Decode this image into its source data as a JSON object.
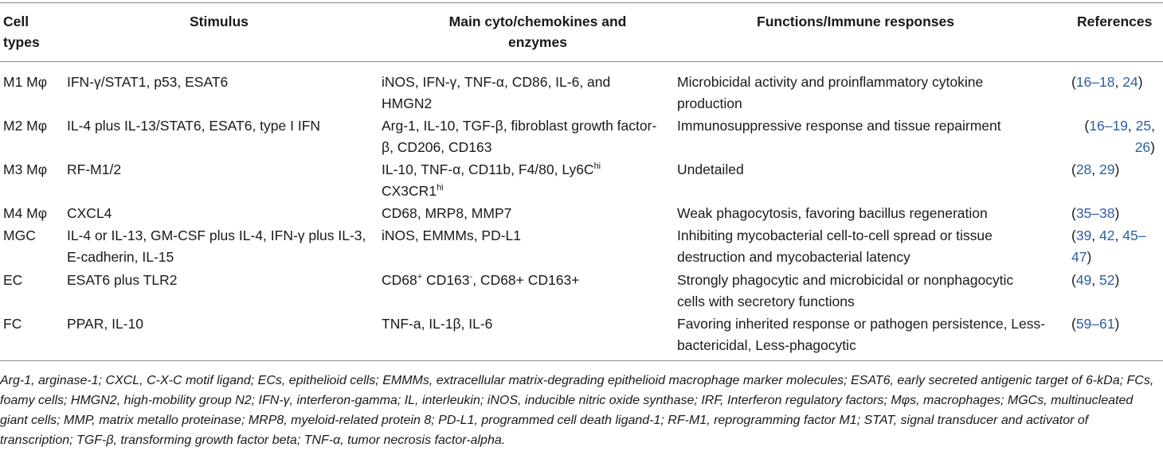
{
  "headers": {
    "cell_types": "Cell types",
    "stimulus": "Stimulus",
    "main": "Main cyto/chemokines and enzymes",
    "functions": "Functions/Immune responses",
    "references": "References"
  },
  "rows": [
    {
      "cell": "M1 Mφ",
      "stimulus": "IFN-γ/STAT1, p53, ESAT6",
      "main": "iNOS, IFN-γ, TNF-α, CD86, IL-6, and HMGN2",
      "functions": "Microbicidal activity and proinflammatory cytokine production",
      "refs": [
        {
          "t": "(",
          "c": false
        },
        {
          "t": "16–18",
          "c": true
        },
        {
          "t": ", ",
          "c": false
        },
        {
          "t": "24",
          "c": true
        },
        {
          "t": ")",
          "c": false
        }
      ]
    },
    {
      "cell": "M2 Mφ",
      "stimulus": "IL-4 plus IL-13/STAT6, ESAT6, type I IFN",
      "main": "Arg-1, IL-10, TGF-β, fibroblast growth factor-β, CD206, CD163",
      "functions": "Immunosuppressive response and tissue repairment",
      "refs": [
        {
          "t": "(",
          "c": false
        },
        {
          "t": "16–19",
          "c": true
        },
        {
          "t": ", ",
          "c": false
        },
        {
          "t": "25",
          "c": true
        },
        {
          "t": ", ",
          "c": false
        },
        {
          "t": "26",
          "c": true
        },
        {
          "t": ")",
          "c": false
        }
      ]
    },
    {
      "cell": "M3 Mφ",
      "stimulus": "RF-M1/2",
      "main_parts": {
        "a": "IL-10, TNF-α, CD11b, F4/80, Ly6C",
        "a_sup": "hi",
        "b": "CX3CR1",
        "b_sup": "hi"
      },
      "functions": "Undetailed",
      "refs": [
        {
          "t": "(",
          "c": false
        },
        {
          "t": "28",
          "c": true
        },
        {
          "t": ", ",
          "c": false
        },
        {
          "t": "29",
          "c": true
        },
        {
          "t": ")",
          "c": false
        }
      ]
    },
    {
      "cell": "M4 Mφ",
      "stimulus": "CXCL4",
      "main": "CD68, MRP8, MMP7",
      "functions": "Weak phagocytosis, favoring bacillus regeneration",
      "refs": [
        {
          "t": "(",
          "c": false
        },
        {
          "t": "35–38",
          "c": true
        },
        {
          "t": ")",
          "c": false
        }
      ]
    },
    {
      "cell": "MGC",
      "stimulus": "IL-4 or IL-13, GM-CSF plus IL-4, IFN-γ plus IL-3, E-cadherin, IL-15",
      "main": "iNOS, EMMMs, PD-L1",
      "functions": "Inhibiting mycobacterial cell-to-cell spread or tissue destruction and mycobacterial latency",
      "refs": [
        {
          "t": "(",
          "c": false
        },
        {
          "t": "39",
          "c": true
        },
        {
          "t": ", ",
          "c": false
        },
        {
          "t": "42",
          "c": true
        },
        {
          "t": ", ",
          "c": false
        },
        {
          "t": "45–47",
          "c": true
        },
        {
          "t": ")",
          "c": false
        }
      ]
    },
    {
      "cell": "EC",
      "stimulus": "ESAT6 plus TLR2",
      "main_parts": {
        "a": "CD68",
        "a_sup": "+",
        "b": " CD163",
        "b_sup": "-",
        "c": ", CD68+ CD163+"
      },
      "functions": "Strongly phagocytic and microbicidal or nonphagocytic cells with secretory functions",
      "refs": [
        {
          "t": "(",
          "c": false
        },
        {
          "t": "49",
          "c": true
        },
        {
          "t": ", ",
          "c": false
        },
        {
          "t": "52",
          "c": true
        },
        {
          "t": ")",
          "c": false
        }
      ]
    },
    {
      "cell": "FC",
      "stimulus": "PPAR, IL-10",
      "main": "TNF-a, IL-1β, IL-6",
      "functions": "Favoring inherited response or pathogen persistence, Less-bactericidal, Less-phagocytic",
      "refs": [
        {
          "t": "(",
          "c": false
        },
        {
          "t": "59–61",
          "c": true
        },
        {
          "t": ")",
          "c": false
        }
      ]
    }
  ],
  "footnote": "Arg-1, arginase-1; CXCL, C-X-C motif ligand; ECs, epithelioid cells; EMMMs, extracellular matrix-degrading epithelioid macrophage marker molecules; ESAT6, early secreted antigenic target of 6-kDa; FCs, foamy cells; HMGN2, high-mobility group N2; IFN-γ, interferon-gamma; IL, interleukin; iNOS, inducible nitric oxide synthase; IRF, Interferon regulatory factors; Mφs, macrophages; MGCs, multinucleated giant cells; MMP, matrix metallo proteinase; MRP8, myeloid-related protein 8; PD-L1, programmed cell death ligand-1; RF-M1, reprogramming factor M1; STAT, signal transducer and activator of transcription; TGF-β, transforming growth factor beta; TNF-α, tumor necrosis factor-alpha.",
  "colors": {
    "citation": "#2e5fa3",
    "rule": "#8a8a8a",
    "text": "#1a1a1a"
  }
}
